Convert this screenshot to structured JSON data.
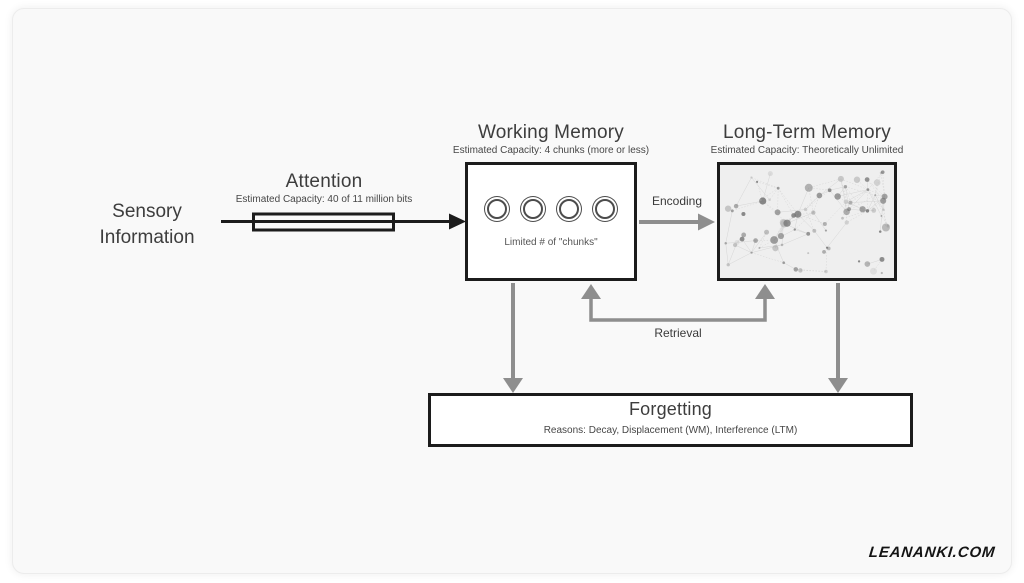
{
  "watermark": "LEANANKI.COM",
  "colors": {
    "ink": "#1c1c1c",
    "arrow_gray": "#8e8e8e",
    "canvas_bg": "#f9f9f9",
    "text_dark": "#3d3d3d",
    "ltm_fill": "#efefef"
  },
  "nodes": {
    "sensory": {
      "line1": "Sensory",
      "line2": "Information"
    },
    "attention": {
      "title": "Attention",
      "subtitle": "Estimated Capacity: 40 of 11 million bits"
    },
    "working_memory": {
      "title": "Working Memory",
      "subtitle": "Estimated Capacity: 4 chunks (more or less)",
      "note": "Limited # of \"chunks\"",
      "chunk_count": 4
    },
    "long_term_memory": {
      "title": "Long-Term Memory",
      "subtitle": "Estimated Capacity: Theoretically Unlimited"
    },
    "forgetting": {
      "title": "Forgetting",
      "subtitle": "Reasons: Decay, Displacement (WM), Interference (LTM)"
    }
  },
  "edges": {
    "encoding": "Encoding",
    "retrieval": "Retrieval"
  }
}
